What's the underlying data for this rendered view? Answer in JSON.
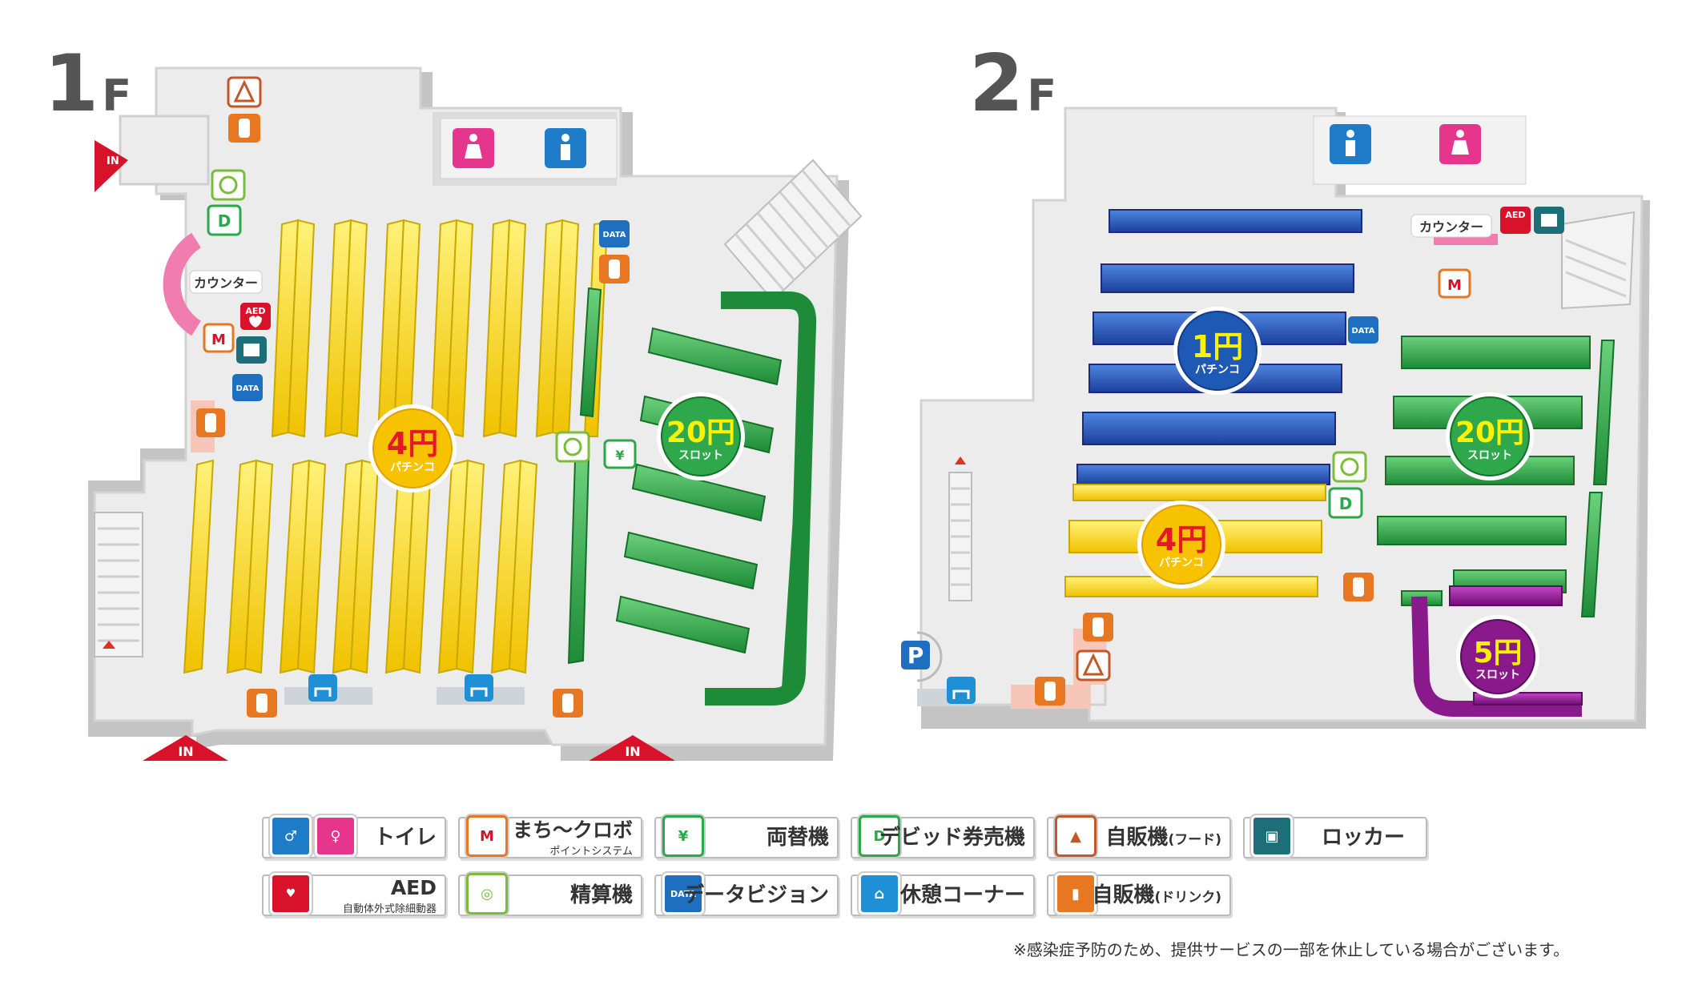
{
  "floors": [
    {
      "number": "1",
      "unit": "F"
    },
    {
      "number": "2",
      "unit": "F"
    }
  ],
  "entrance_label": "IN",
  "counter_label": "カウンター",
  "aed_badge": "AED",
  "data_badge": "DATA",
  "parking_label": "P",
  "zones_1f": [
    {
      "value": "4円",
      "kind": "パチンコ",
      "color": "#f7c200"
    },
    {
      "value": "20円",
      "kind": "スロット",
      "color": "#2ea84a"
    }
  ],
  "zones_2f": [
    {
      "value": "1円",
      "kind": "パチンコ",
      "color": "#1d59b5"
    },
    {
      "value": "20円",
      "kind": "スロット",
      "color": "#2ea84a"
    },
    {
      "value": "4円",
      "kind": "パチンコ",
      "color": "#f7c200"
    },
    {
      "value": "5円",
      "kind": "スロット",
      "color": "#8a1a8c"
    }
  ],
  "legend": [
    {
      "label": "トイレ",
      "icon": "toilet-icon",
      "color": "#1f7cc9"
    },
    {
      "label": "まち〜クロボ",
      "sub": "ポイントシステム",
      "icon": "machi-kurobo-icon",
      "color": "#e87722"
    },
    {
      "label": "両替機",
      "icon": "money-changer-icon",
      "color": "#2aa84a"
    },
    {
      "label": "デビッド券売機",
      "icon": "debit-ticket-icon",
      "color": "#2aa84a"
    },
    {
      "label": "自販機",
      "label_small": "(フード)",
      "icon": "food-vending-icon",
      "color": "#c4572a"
    },
    {
      "label": "ロッカー",
      "icon": "locker-icon",
      "color": "#1c6f78"
    },
    {
      "label": "AED",
      "sub": "自動体外式除細動器",
      "icon": "aed-icon",
      "color": "#d9122b"
    },
    {
      "label": "精算機",
      "icon": "settlement-icon",
      "color": "#7bbd3a"
    },
    {
      "label": "データビジョン",
      "icon": "data-vision-icon",
      "color": "#1f6fc0"
    },
    {
      "label": "休憩コーナー",
      "icon": "rest-corner-icon",
      "color": "#1f8fd6"
    },
    {
      "label": "自販機",
      "label_small": "(ドリンク)",
      "icon": "drink-vending-icon",
      "color": "#e87722"
    }
  ],
  "note": "※感染症予防のため、提供サービスの一部を休止している場合がございます。",
  "colors": {
    "floor": "#eeeeee",
    "wall": "#c9c9c9",
    "pachinko_4": "#f2ea3a",
    "slot_20": "#2ea84a",
    "pachinko_1": "#3b3f9a",
    "slot_5": "#8a1a8c",
    "entrance": "#d9122b"
  }
}
